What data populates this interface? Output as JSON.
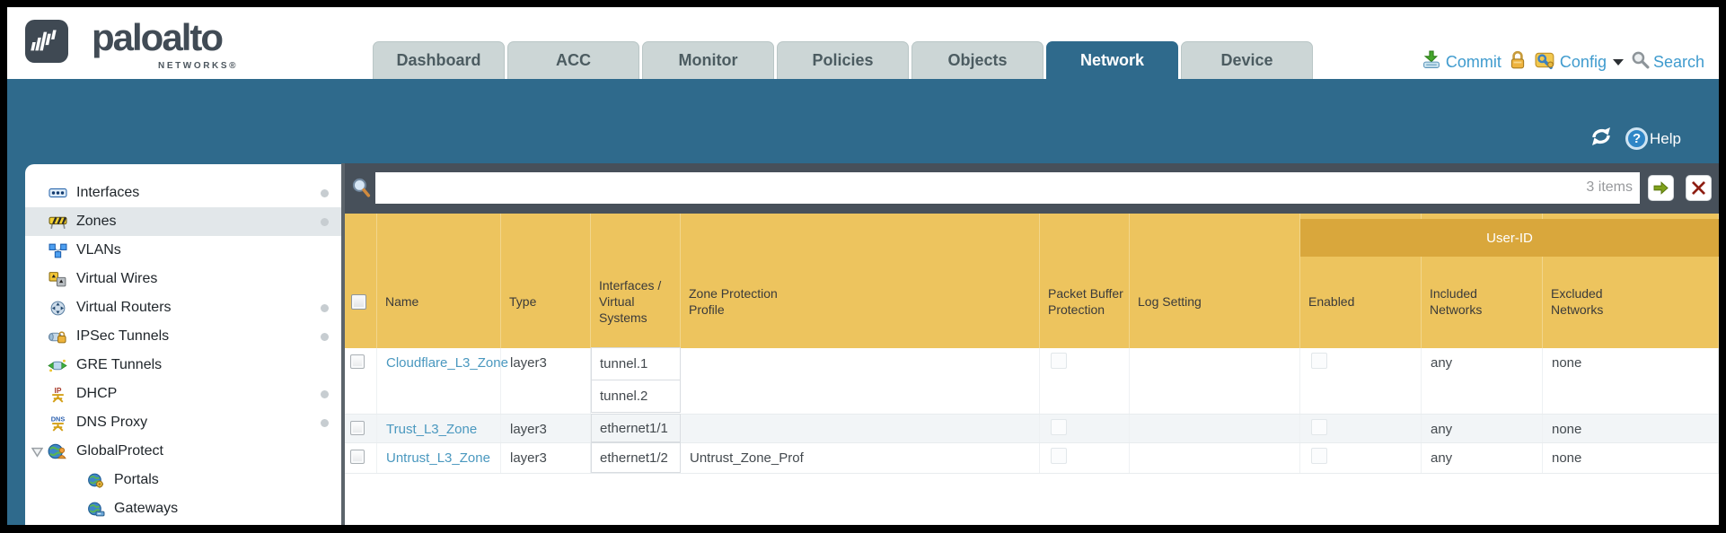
{
  "branding": {
    "logo_text": "paloalto",
    "logo_sub": "NETWORKS®"
  },
  "tabs": [
    {
      "label": "Dashboard",
      "active": false
    },
    {
      "label": "ACC",
      "active": false
    },
    {
      "label": "Monitor",
      "active": false
    },
    {
      "label": "Policies",
      "active": false
    },
    {
      "label": "Objects",
      "active": false
    },
    {
      "label": "Network",
      "active": true
    },
    {
      "label": "Device",
      "active": false
    }
  ],
  "utilities": {
    "commit_label": "Commit",
    "config_label": "Config",
    "search_label": "Search"
  },
  "toolbar": {
    "help_label": "Help",
    "help_glyph": "?"
  },
  "filter": {
    "value": "",
    "count_label": "3 items"
  },
  "sidebar": {
    "items": [
      {
        "label": "Interfaces",
        "icon": "interfaces-icon",
        "dot": true
      },
      {
        "label": "Zones",
        "icon": "zones-icon",
        "dot": true,
        "selected": true
      },
      {
        "label": "VLANs",
        "icon": "vlans-icon"
      },
      {
        "label": "Virtual Wires",
        "icon": "virtual-wires-icon"
      },
      {
        "label": "Virtual Routers",
        "icon": "virtual-routers-icon",
        "dot": true
      },
      {
        "label": "IPSec Tunnels",
        "icon": "ipsec-tunnels-icon",
        "dot": true
      },
      {
        "label": "GRE Tunnels",
        "icon": "gre-tunnels-icon"
      },
      {
        "label": "DHCP",
        "icon": "dhcp-icon",
        "dot": true
      },
      {
        "label": "DNS Proxy",
        "icon": "dns-proxy-icon",
        "dot": true
      },
      {
        "label": "GlobalProtect",
        "icon": "globalprotect-icon",
        "expander": true
      },
      {
        "label": "Portals",
        "icon": "portals-icon",
        "indent": true
      },
      {
        "label": "Gateways",
        "icon": "gateways-icon",
        "indent": true
      }
    ]
  },
  "table": {
    "group_header": "User-ID",
    "columns": [
      "Name",
      "Type",
      "Interfaces / Virtual Systems",
      "Zone Protection Profile",
      "Packet Buffer Protection",
      "Log Setting",
      "Enabled",
      "Included Networks",
      "Excluded Networks"
    ],
    "rows": [
      {
        "name": "Cloudflare_L3_Zone",
        "type": "layer3",
        "interfaces": [
          "tunnel.1",
          "tunnel.2"
        ],
        "zone_protection_profile": "",
        "packet_buffer_protection": false,
        "log_setting": "",
        "enabled": false,
        "included_networks": "any",
        "excluded_networks": "none"
      },
      {
        "name": "Trust_L3_Zone",
        "type": "layer3",
        "interfaces": [
          "ethernet1/1"
        ],
        "zone_protection_profile": "",
        "packet_buffer_protection": false,
        "log_setting": "",
        "enabled": false,
        "included_networks": "any",
        "excluded_networks": "none"
      },
      {
        "name": "Untrust_L3_Zone",
        "type": "layer3",
        "interfaces": [
          "ethernet1/2"
        ],
        "zone_protection_profile": "Untrust_Zone_Prof",
        "packet_buffer_protection": false,
        "log_setting": "",
        "enabled": false,
        "included_networks": "any",
        "excluded_networks": "none"
      }
    ]
  },
  "colors": {
    "accent_teal": "#2f6a8c",
    "header_amber": "#edc45e",
    "user_id_band_amber": "#d9a73c",
    "filter_bar_slate": "#47505a",
    "link_blue": "#4a98bf",
    "commit_link_blue": "#3f9bce"
  }
}
